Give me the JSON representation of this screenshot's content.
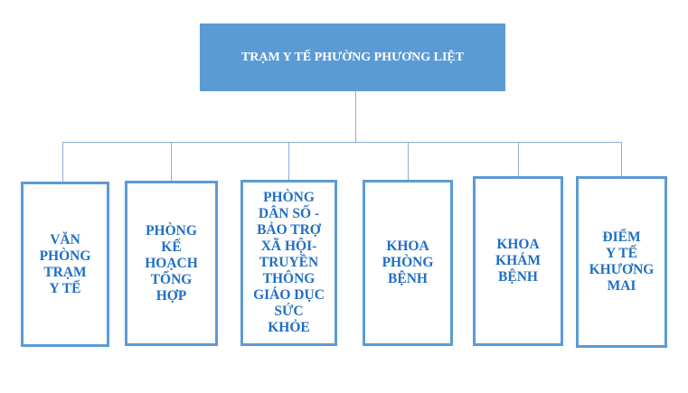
{
  "root": {
    "label": "TRẠM Y TẾ PHƯỜNG PHƯƠNG LIỆT"
  },
  "units": [
    {
      "label": "VĂN\nPHÒNG\nTRẠM\nY TẾ"
    },
    {
      "label": "PHÒNG\nKẾ\nHOẠCH\nTỔNG\nHỢP"
    },
    {
      "label": "PHÒNG\nDÂN SỐ -\nBẢO TRỢ\nXÃ HỘI-\nTRUYỀN\nTHÔNG\nGIÁO DỤC\nSỨC\nKHỎE"
    },
    {
      "label": "KHOA\nPHÒNG\nBỆNH"
    },
    {
      "label": "KHOA\nKHÁM\nBỆNH"
    },
    {
      "label": "ĐIỂM\nY TẾ\nKHƯƠNG\nMAI"
    }
  ],
  "colors": {
    "root_fill": "#5b9bd5",
    "text": "#1f6fc5",
    "border": "#5b9bd5"
  }
}
